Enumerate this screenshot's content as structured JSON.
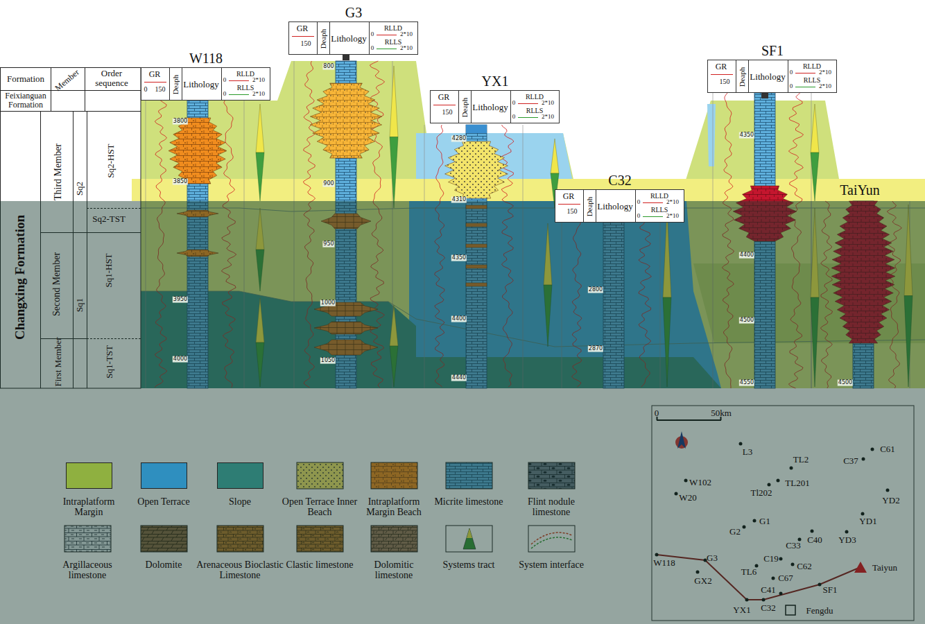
{
  "diagram": {
    "nodes": [
      {
        "text": [
          "W118",
          "GR",
          "0",
          "150",
          "Deaph",
          "Lithology",
          "RLLD",
          "0",
          "2*10",
          "RLLS",
          "0",
          "2*10"
        ]
      },
      {
        "text": [
          "G3",
          "GR",
          "150",
          "Deaph",
          "Lithology",
          "RLLD",
          "0",
          "2*10",
          "RLLS",
          "0",
          "2*10"
        ]
      },
      {
        "text": [
          "YX1",
          "GR",
          "150",
          "Deaph",
          "Lithology",
          "RLLD",
          "0",
          "2*10",
          "RLLS",
          "0",
          "2*10"
        ]
      },
      {
        "text": [
          "C32",
          "GR",
          "150",
          "Deaph",
          "Lithology",
          "RLLD",
          "0",
          "2*10",
          "RLLS",
          "0",
          "2*10"
        ]
      },
      {
        "text": [
          "SF1",
          "GR",
          "150",
          "Deaph",
          "Lithology",
          "RLLD",
          "0",
          "2*10",
          "RLLS",
          "0",
          "2*10"
        ]
      }
    ],
    "labels": [
      "Formation",
      "Member",
      "Order sequence",
      "Feixianguan Formation",
      "Changxing Formation",
      "Third Member",
      "Second Member",
      "First Member",
      "Sq2",
      "Sq1",
      "Sq2-HST",
      "Sq2-TST",
      "Sq1-HST",
      "Sq1-TST",
      "3800",
      "3850",
      "3950",
      "4000",
      "800",
      "900",
      "950",
      "1000",
      "1050",
      "4280",
      "4310",
      "4350",
      "4400",
      "4440",
      "2800",
      "2870",
      "4350",
      "4400",
      "4500",
      "4550",
      "4500",
      "TaiYun",
      "0",
      "50km",
      "L3",
      "TL2",
      "C61",
      "C37",
      "W102",
      "TL201",
      "Tl202",
      "W20",
      "YD2",
      "G1",
      "YD1",
      "G2",
      "C33",
      "C40",
      "YD3",
      "C19",
      "W118",
      "G3",
      "C62",
      "Taiyun",
      "TL6",
      "GX2",
      "C67",
      "C41",
      "SF1",
      "YX1",
      "C32",
      "Fengdu"
    ],
    "legend": [
      {
        "text": "Intraplatform Margin",
        "color": "#8fb040"
      },
      {
        "text": "Open Terrace",
        "color": "#2f8fbf"
      },
      {
        "text": "Slope",
        "color": "#2e7d74"
      },
      {
        "text": "Open Terrace Inner Beach"
      },
      {
        "text": "Intraplatform Margin Beach"
      },
      {
        "text": "Micrite limestone"
      },
      {
        "text": "Flint nodule limestone"
      },
      {
        "text": "Argillaceous limestone"
      },
      {
        "text": "Dolomite"
      },
      {
        "text": "Arenaceous Bioclastic Limestone"
      },
      {
        "text": "Clastic limestone"
      },
      {
        "text": "Dolomitic limestone"
      },
      {
        "text": "Systems tract"
      },
      {
        "text": "System interface"
      }
    ]
  }
}
